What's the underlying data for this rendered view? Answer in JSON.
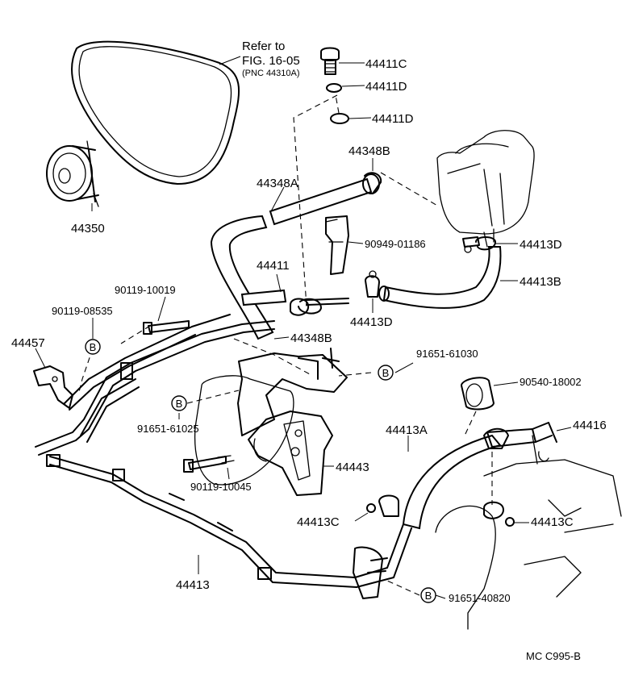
{
  "labels": {
    "refer_line1": "Refer to",
    "refer_line2": "FIG. 16-05",
    "refer_line3": "(PNC 44310A)",
    "p44411C_top": "44411C",
    "p44411D_1": "44411D",
    "p44411D_2": "44411D",
    "p44348B_top": "44348B",
    "p44348A": "44348A",
    "p44350": "44350",
    "p90949": "90949-01186",
    "p44413D_right": "44413D",
    "p44411": "44411",
    "p44413B": "44413B",
    "p44413D_mid": "44413D",
    "p90119_10019": "90119-10019",
    "p90119_08535": "90119-08535",
    "p44348B_mid": "44348B",
    "p44457": "44457",
    "p91651_61030": "91651-61030",
    "p90540": "90540-18002",
    "p91651_61025": "91651-61025",
    "p44413A": "44413A",
    "p44416": "44416",
    "p44443": "44443",
    "p90119_10045": "90119-10045",
    "p44413C_left": "44413C",
    "p44413C_right": "44413C",
    "p44413": "44413",
    "p91651_40820": "91651-40820",
    "footer_code": "MC  C995-B",
    "bolt_marker": "B"
  }
}
